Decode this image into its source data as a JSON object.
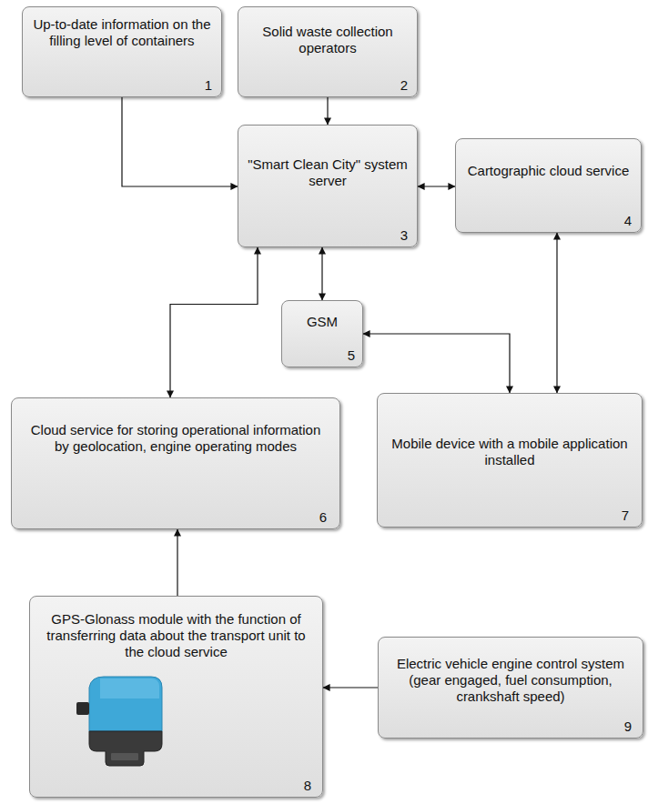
{
  "diagram": {
    "nodes": [
      {
        "text": [
          "Up-to-date information on the filling level of containers",
          "1"
        ]
      },
      {
        "text": [
          "Solid waste collection operators",
          "2"
        ]
      },
      {
        "text": [
          "\"Smart Clean City\" system server",
          "3"
        ]
      },
      {
        "text": [
          "Cartographic cloud service",
          "4"
        ]
      },
      {
        "text": [
          "GSM",
          "5"
        ]
      },
      {
        "text": [
          "Cloud service for storing operational information by geolocation, engine operating modes",
          "6"
        ]
      },
      {
        "text": [
          "Mobile device with a mobile application installed",
          "7"
        ]
      },
      {
        "text": [
          "GPS-Glonass module with the function of transferring data about the transport unit to the cloud service",
          "8"
        ]
      },
      {
        "text": [
          "Electric vehicle engine control system (gear engaged, fuel consumption, crankshaft speed)",
          "9"
        ]
      }
    ],
    "edges": [
      {
        "from": 0,
        "to": 2,
        "arrow": "to"
      },
      {
        "from": 1,
        "to": 2,
        "arrow": "to"
      },
      {
        "from": 2,
        "to": 3,
        "arrow": "both"
      },
      {
        "from": 2,
        "to": 4,
        "arrow": "both"
      },
      {
        "from": 4,
        "to": 6,
        "arrow": "both"
      },
      {
        "from": 3,
        "to": 6,
        "arrow": "both"
      },
      {
        "from": 5,
        "to": 2,
        "arrow": "both"
      },
      {
        "from": 7,
        "to": 5,
        "arrow": "to"
      },
      {
        "from": 8,
        "to": 7,
        "arrow": "to"
      }
    ]
  }
}
